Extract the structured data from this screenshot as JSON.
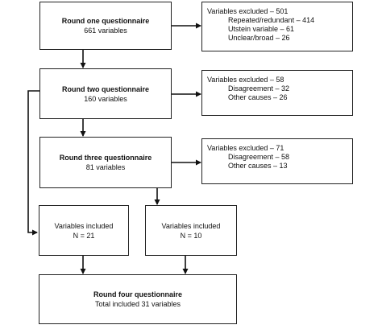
{
  "round_one": {
    "title": "Round one questionnaire",
    "subtitle": "661 variables"
  },
  "excluded_one": {
    "heading": "Variables excluded – 501",
    "items": [
      "Repeated/redundant – 414",
      "Utstein variable – 61",
      "Unclear/broad – 26"
    ]
  },
  "round_two": {
    "title": "Round two questionnaire",
    "subtitle": "160 variables"
  },
  "excluded_two": {
    "heading": "Variables excluded – 58",
    "items": [
      "Disagreement – 32",
      "Other causes – 26"
    ]
  },
  "round_three": {
    "title": "Round three questionnaire",
    "subtitle": "81 variables"
  },
  "excluded_three": {
    "heading": "Variables excluded – 71",
    "items": [
      "Disagreement – 58",
      "Other causes – 13"
    ]
  },
  "included_a": {
    "title": "Variables included",
    "value": "N = 21"
  },
  "included_b": {
    "title": "Variables included",
    "value": "N = 10"
  },
  "round_four": {
    "title": "Round four questionnaire",
    "subtitle": "Total included 31 variables"
  }
}
